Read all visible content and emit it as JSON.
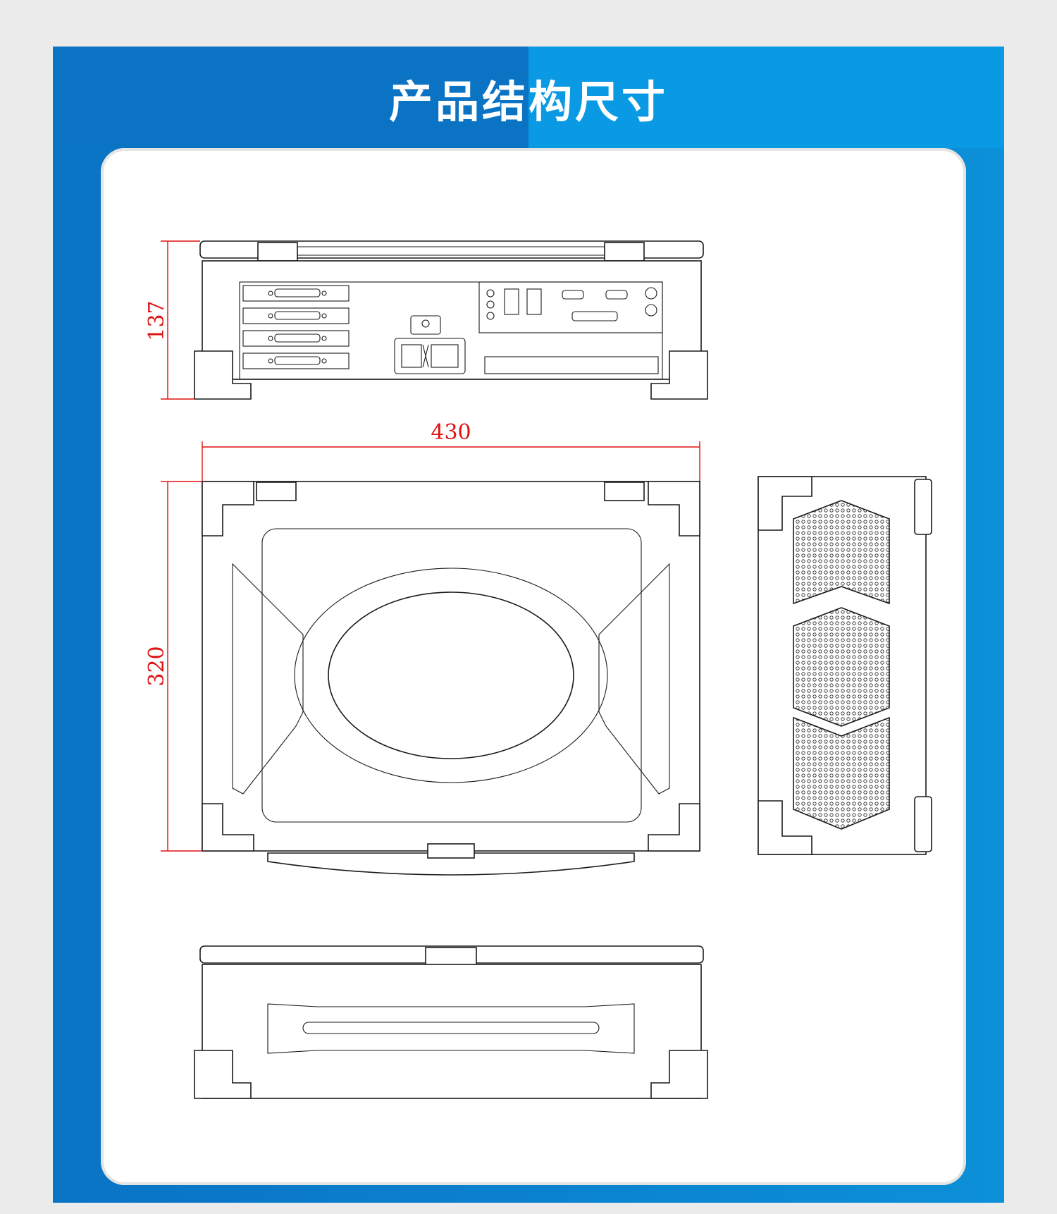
{
  "title": "产品结构尺寸",
  "dimensions": {
    "height": "137",
    "width": "430",
    "depth": "320"
  },
  "colors": {
    "background": "#ebebeb",
    "frame_dark": "#0a73c4",
    "frame_light": "#0a9ae4",
    "dimension_line": "#e01010",
    "drawing_line": "#1a1a1a"
  },
  "views": [
    "front-view",
    "top-view",
    "side-view",
    "rear-view"
  ]
}
